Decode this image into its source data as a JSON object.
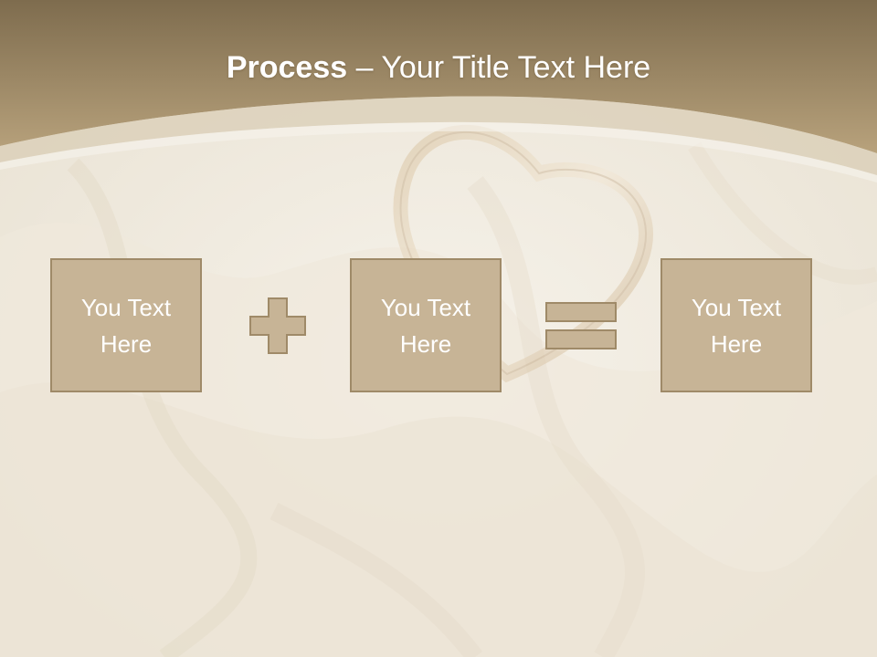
{
  "slide": {
    "title_bold": "Process",
    "title_rest": " – Your Title Text Here",
    "boxes": [
      {
        "text": "You Text Here"
      },
      {
        "text": "You Text Here"
      },
      {
        "text": "You Text Here"
      }
    ]
  },
  "colors": {
    "header_dark": "#7e6c4e",
    "header_light": "#b8a27c",
    "box_fill": "#c7b496",
    "box_border": "#9f8a68",
    "background": "#f2ede3"
  },
  "icons": [
    "plus-icon",
    "equals-icon",
    "heart-ring-icon"
  ]
}
